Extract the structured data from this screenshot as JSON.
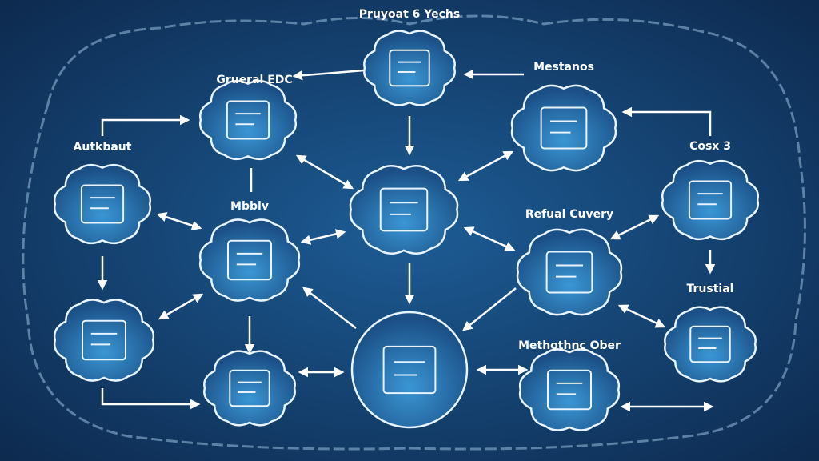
{
  "colors": {
    "background": "#12365f",
    "node_fill": "#2a7fc0",
    "stroke": "#e8f4ff"
  },
  "nodes": [
    {
      "id": "tasks",
      "label": "Pruyoat 6 Yechs",
      "icon": "triangle-gauge-icon"
    },
    {
      "id": "general",
      "label": "Grueral EDC",
      "icon": "clipboard-icon"
    },
    {
      "id": "mestanos",
      "label": "Mestanos",
      "icon": "server-box-icon"
    },
    {
      "id": "cosx",
      "label": "Cosx 3",
      "icon": "folder-icon"
    },
    {
      "id": "autkbaut",
      "label": "Autkbaut",
      "icon": "dashboard-icon"
    },
    {
      "id": "center",
      "label": "",
      "icon": "ab-symbol-icon"
    },
    {
      "id": "mbblv",
      "label": "Mbblv",
      "icon": "trophy-icon"
    },
    {
      "id": "refual",
      "label": "Refual Cuvery",
      "icon": "document-globe-icon"
    },
    {
      "id": "leftbottom",
      "label": "",
      "icon": "tool-icon"
    },
    {
      "id": "trustial",
      "label": "Trustial",
      "icon": "lightbulb-icon"
    },
    {
      "id": "hub",
      "label": "",
      "icon": "faucet-icon"
    },
    {
      "id": "bottomleft",
      "label": "",
      "icon": "radiator-icon"
    },
    {
      "id": "methothnc",
      "label": "Methothnc Ober",
      "icon": "checkbox-icon"
    }
  ]
}
